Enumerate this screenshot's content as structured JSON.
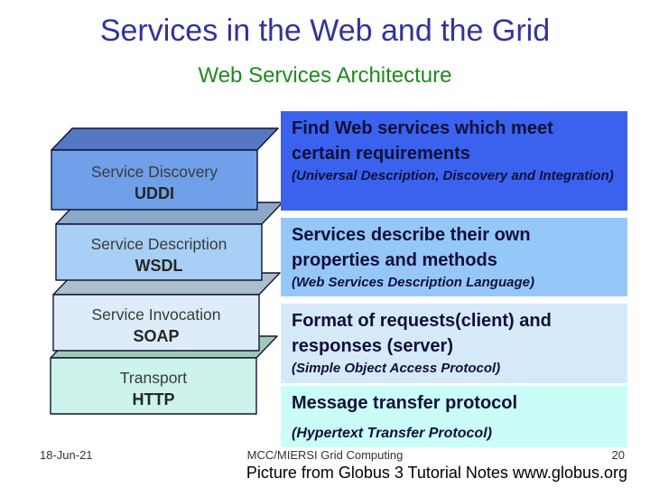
{
  "slide": {
    "title": "Services in the Web and the Grid",
    "subtitle": "Web Services Architecture"
  },
  "colors": {
    "title_text": "#32329e",
    "subtitle_text": "#1e8a1e",
    "callout_text": "#10103a",
    "callout_uddi_bg": "#3b62ee",
    "callout_wsdl_bg": "#95c8f9",
    "callout_soap_bg": "#d6e9f8",
    "callout_http_bg": "#cafdf8"
  },
  "stack": {
    "layers": [
      {
        "name": "Service Discovery",
        "protocol": "UDDI",
        "front_color": "#6fa0e8",
        "top_color": "#5577c4"
      },
      {
        "name": "Service Description",
        "protocol": "WSDL",
        "front_color": "#a8d0f6",
        "top_color": "#8ba8c9"
      },
      {
        "name": "Service Invocation",
        "protocol": "SOAP",
        "front_color": "#ddecf8",
        "top_color": "#a9bfcd"
      },
      {
        "name": "Transport",
        "protocol": "HTTP",
        "front_color": "#ccf4ec",
        "top_color": "#a0c8b9"
      }
    ]
  },
  "callouts": [
    {
      "title": "Find Web services which meet certain requirements",
      "subtitle": "(Universal Description, Discovery and Integration)"
    },
    {
      "title": "Services describe their own properties and methods",
      "subtitle": "(Web Services Description Language)"
    },
    {
      "title": "Format of requests(client) and responses (server)",
      "subtitle": "(Simple Object Access Protocol)"
    },
    {
      "title": "Message transfer protocol",
      "subtitle": "(Hypertext Transfer Protocol)"
    }
  ],
  "footer": {
    "date": "18-Jun-21",
    "venue": "MCC/MIERSI Grid Computing",
    "page_number": "20",
    "credit": "Picture from Globus 3 Tutorial Notes www.globus.org"
  }
}
